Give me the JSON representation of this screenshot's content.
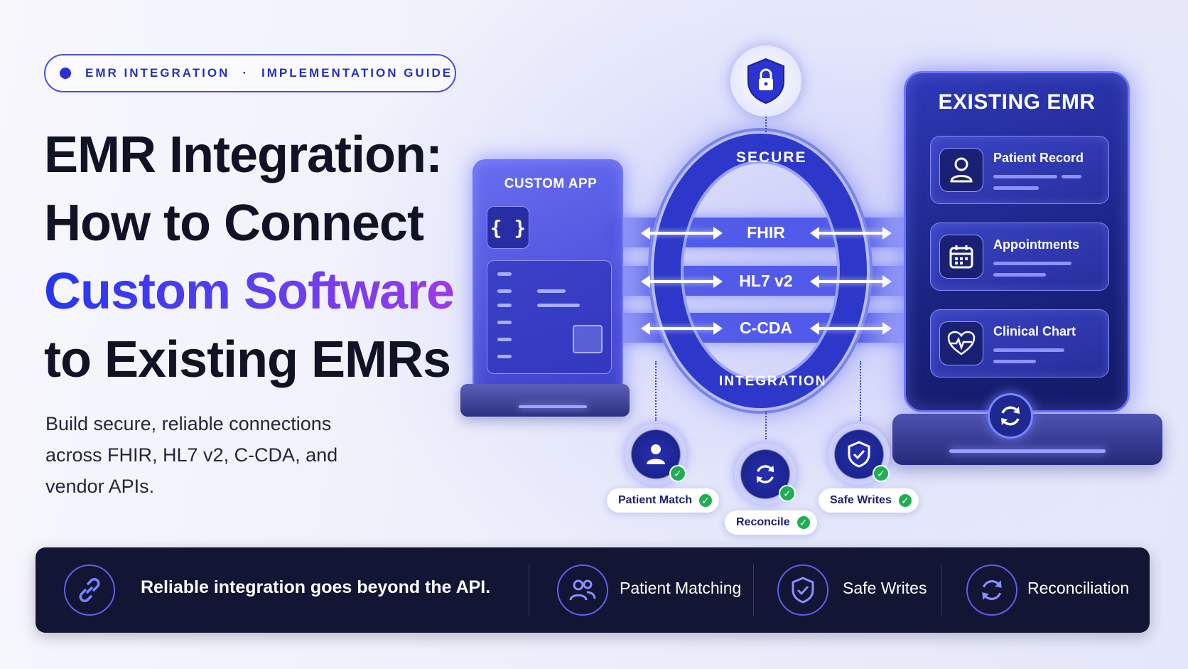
{
  "badge": {
    "part1": "EMR INTEGRATION",
    "separator": "·",
    "part2": "IMPLEMENTATION GUIDE"
  },
  "headline": {
    "line1": "EMR Integration:",
    "line2": "How to Connect",
    "line3": "Custom Software",
    "line4": "to Existing EMRs"
  },
  "subtitle": "Build secure, reliable connections across FHIR, HL7 v2, C-CDA, and vendor APIs.",
  "custom_app": {
    "label": "CUSTOM APP",
    "code_glyph": "{ }"
  },
  "ring": {
    "top_label": "SECURE",
    "bottom_label": "INTEGRATION"
  },
  "protocols": [
    "FHIR",
    "HL7 v2",
    "C-CDA"
  ],
  "existing_emr": {
    "title": "EXISTING EMR",
    "cards": [
      {
        "label": "Patient Record",
        "icon": "user-icon"
      },
      {
        "label": "Appointments",
        "icon": "calendar-icon"
      },
      {
        "label": "Clinical Chart",
        "icon": "heart-pulse-icon"
      }
    ]
  },
  "checks": [
    {
      "label": "Patient Match",
      "icon": "user-icon"
    },
    {
      "label": "Reconcile",
      "icon": "sync-icon"
    },
    {
      "label": "Safe Writes",
      "icon": "shield-check-icon"
    }
  ],
  "bottom_bar": {
    "headline": "Reliable integration goes beyond the API.",
    "items": [
      {
        "label": "Patient Matching",
        "icon": "users-icon"
      },
      {
        "label": "Safe Writes",
        "icon": "shield-check-icon"
      },
      {
        "label": "Reconciliation",
        "icon": "sync-icon"
      }
    ]
  },
  "colors": {
    "accent": "#2b2fd6",
    "navy": "#121534",
    "gradient_end": "#a43ae8",
    "check_green": "#1fae54"
  }
}
